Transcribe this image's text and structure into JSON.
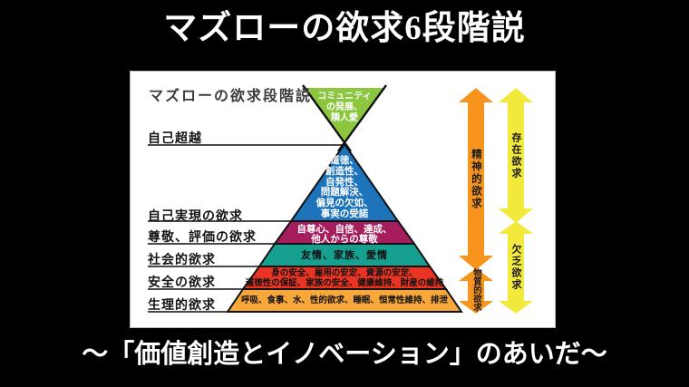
{
  "page": {
    "title": "マズローの欲求6段階説",
    "subtitle": "～「価値創造とイノベーション」のあいだ～"
  },
  "diagram": {
    "heading": "マズローの欲求段階説",
    "levels": [
      {
        "label": "自己超越",
        "content": "コミュニティ\nの発展、\n隣人愛",
        "color": "#8CC63E"
      },
      {
        "label": "自己実現の欲求",
        "content": "道徳、\n創造性、\n自発性、\n問題解決、\n偏見の欠如、\n事実の受諾",
        "color": "#1E74BB"
      },
      {
        "label": "尊敬、評価の欲求",
        "content": "自尊心、自信、達成、\n他人からの尊敬",
        "color": "#A51D5D"
      },
      {
        "label": "社会的欲求",
        "content": "友情、家族、愛情",
        "color": "#17A08F"
      },
      {
        "label": "安全の欲求",
        "content": "身の安全、雇用の安定、資源の安定、\n道徳性の保証、家族の安全、健康維持、財産の維持",
        "color": "#E93423"
      },
      {
        "label": "生理的欲求",
        "content": "呼吸、食事、水、性的欲求、睡眠、恒常性維持、排泄",
        "color": "#F8A73A"
      }
    ],
    "arrows": {
      "spiritual": {
        "label": "精神的欲求",
        "color": "#F7941D"
      },
      "material": {
        "label": "物質的欲求",
        "color": "#F7941D"
      },
      "being": {
        "label": "存在欲求",
        "color": "#F3E93C"
      },
      "deficiency": {
        "label": "欠乏欲求",
        "color": "#F3E93C"
      }
    }
  }
}
